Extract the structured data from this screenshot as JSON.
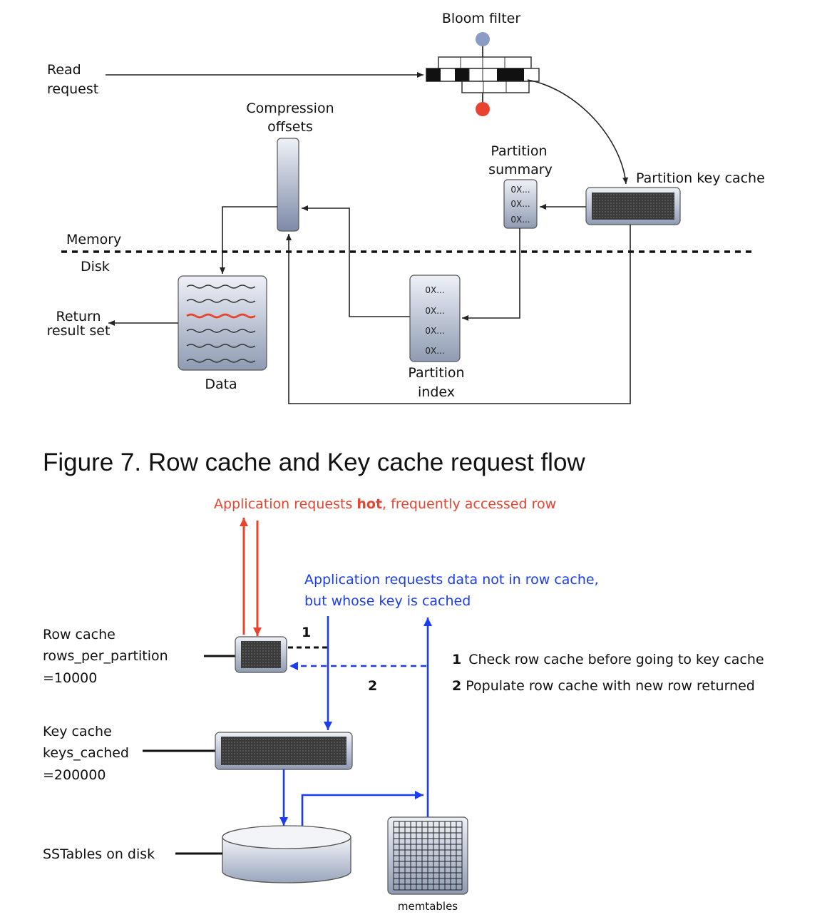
{
  "top_diagram": {
    "bloom_filter": "Bloom filter",
    "read_request": [
      "Read",
      "request"
    ],
    "compression_offsets": [
      "Compression",
      "offsets"
    ],
    "partition_summary": [
      "Partition",
      "summary"
    ],
    "partition_key_cache": "Partition key cache",
    "memory": "Memory",
    "disk": "Disk",
    "return_result_set": [
      "Return",
      "result set"
    ],
    "data": "Data",
    "partition_index": [
      "Partition",
      "index"
    ],
    "summary_entries": [
      "0X...",
      "0X...",
      "0X..."
    ],
    "index_entries": [
      "0X...",
      "0X...",
      "0X...",
      "0X..."
    ]
  },
  "caption": "Figure 7. Row cache and Key cache request flow",
  "bottom_diagram": {
    "hot_request": {
      "before": "Application requests ",
      "bold": "hot",
      "after": ", frequently accessed row"
    },
    "blue_request": [
      "Application requests data not in row cache,",
      "but whose key is cached"
    ],
    "row_cache": [
      "Row cache",
      "rows_per_partition",
      "=10000"
    ],
    "key_cache": [
      "Key cache",
      "keys_cached",
      "=200000"
    ],
    "sstables": "SSTables on disk",
    "memtables": "memtables",
    "step1_marker": "1",
    "step2_marker": "2",
    "legend": [
      {
        "num": "1",
        "text": "Check row cache before going to key cache"
      },
      {
        "num": "2",
        "text": "Populate row cache with new row returned"
      }
    ]
  },
  "colors": {
    "red": "#e8432e",
    "blue": "#1b3cf0",
    "bloom_dot_blue": "#8a9cc4"
  }
}
